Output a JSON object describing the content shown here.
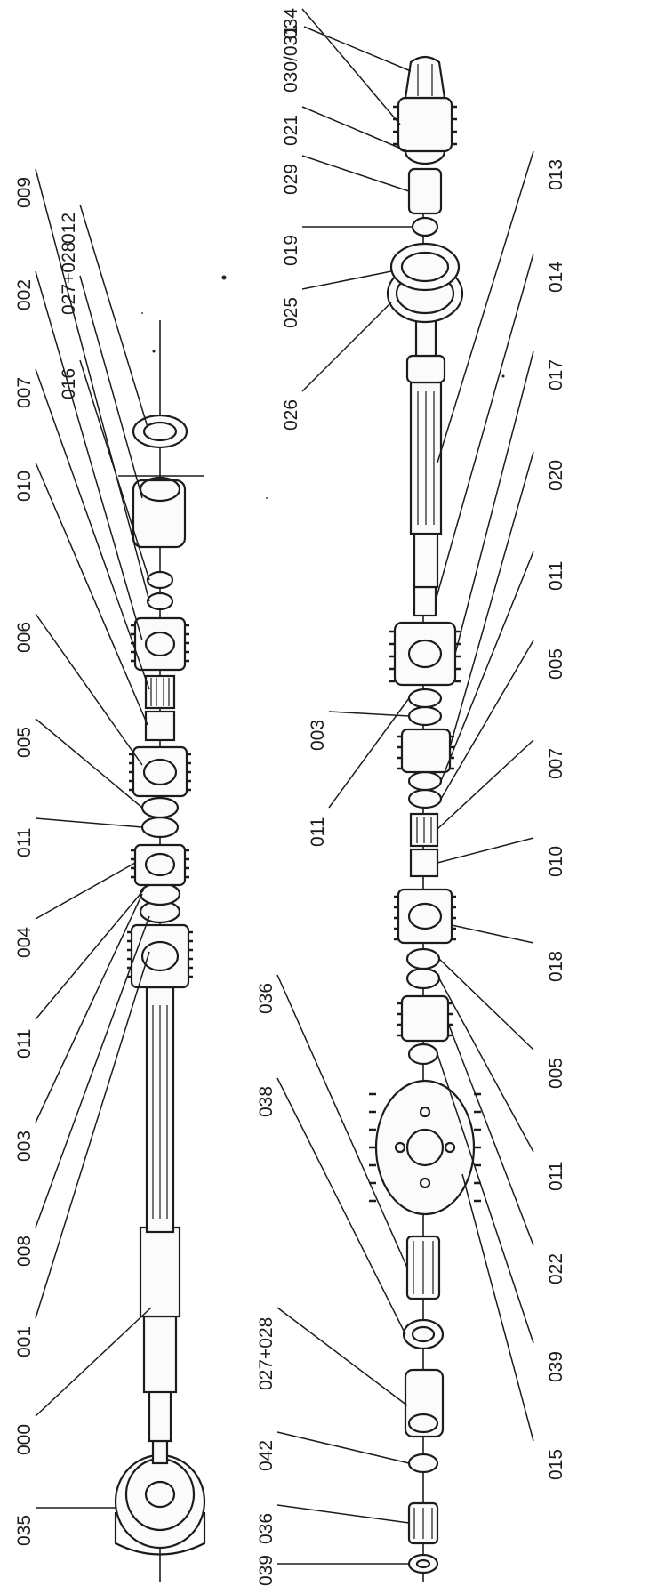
{
  "left_assembly": {
    "labels": [
      "035",
      "000",
      "001",
      "008",
      "003",
      "011",
      "004",
      "011",
      "005",
      "006",
      "010",
      "007",
      "002",
      "009",
      "016",
      "027+028",
      "012"
    ]
  },
  "right_assembly": {
    "top_labels": [
      "039",
      "036",
      "042",
      "027+028",
      "038",
      "036"
    ],
    "mid_labels": [
      "011",
      "003"
    ],
    "bottom_labels": [
      "015",
      "039",
      "022",
      "011",
      "005",
      "018",
      "010",
      "007",
      "005",
      "011",
      "020",
      "017",
      "014",
      "013"
    ],
    "upper_labels": [
      "026",
      "025",
      "019",
      "029",
      "021",
      "030/031",
      "034"
    ]
  }
}
